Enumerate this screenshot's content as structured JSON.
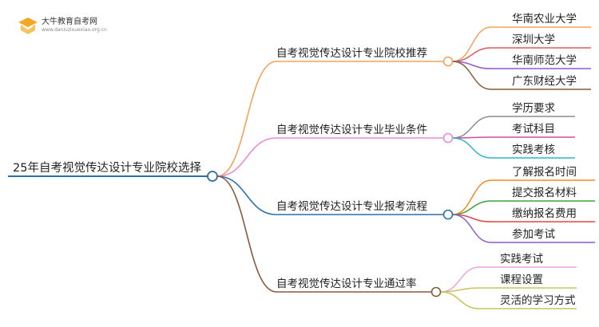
{
  "logo": {
    "title": "大牛教育自考网",
    "url": "www.daniuzixuexiao.org.cn"
  },
  "root": {
    "label": "25年自考视觉传达设计专业院校选择",
    "color": "#2e6fa3"
  },
  "branches": [
    {
      "label": "自考视觉传达设计专业院校推荐",
      "color": "#f5a25d",
      "children": [
        {
          "label": "华南农业大学",
          "color": "#f5a25d"
        },
        {
          "label": "深圳大学",
          "color": "#e45a5a"
        },
        {
          "label": "华南师范大学",
          "color": "#8e5bd0"
        },
        {
          "label": "广东财经大学",
          "color": "#8a5a3c"
        }
      ]
    },
    {
      "label": "自考视觉传达设计专业毕业条件",
      "color": "#e98ad6",
      "children": [
        {
          "label": "学历要求",
          "color": "#8c8c8c"
        },
        {
          "label": "考试科目",
          "color": "#d04ba6"
        },
        {
          "label": "实践考核",
          "color": "#2bb6c8"
        }
      ]
    },
    {
      "label": "自考视觉传达设计专业报考流程",
      "color": "#2a6fa8",
      "children": [
        {
          "label": "了解报名时间",
          "color": "#f58a1f"
        },
        {
          "label": "提交报名材料",
          "color": "#3aa33a"
        },
        {
          "label": "缴纳报名费用",
          "color": "#e04646"
        },
        {
          "label": "参加考试",
          "color": "#8e5bd0"
        }
      ]
    },
    {
      "label": "自考视觉传达设计专业通过率",
      "color": "#8a5a3c",
      "children": [
        {
          "label": "实践考试",
          "color": "#f0a3d8"
        },
        {
          "label": "课程设置",
          "color": "#c9c35a"
        },
        {
          "label": "灵活的学习方式",
          "color": "#c9c35a"
        }
      ]
    }
  ]
}
